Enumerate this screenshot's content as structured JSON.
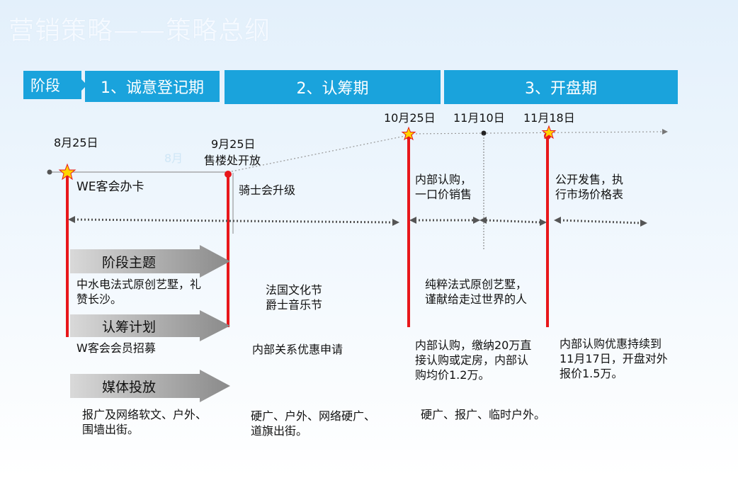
{
  "title": "营销策略——策略总纲",
  "stages": {
    "label": "阶段",
    "s1": "1、诚意登记期",
    "s2": "2、认筹期",
    "s3": "3、开盘期"
  },
  "dates": {
    "d1": "8月25日",
    "d2": "9月25日",
    "d2_sub": "售楼处开放",
    "d2_faint": "8月",
    "d3": "10月25日",
    "d4": "11月10日",
    "d5": "11月18日"
  },
  "events": {
    "e1": "WE客会办卡",
    "e2": "骑士会升级",
    "e3_line1": "内部认购，",
    "e3_line2": "一口价销售",
    "e4_line1": "公开发售，执",
    "e4_line2": "行市场价格表"
  },
  "rows": {
    "theme": {
      "label": "阶段主题",
      "c1_line1": "中水电法式原创艺墅，礼",
      "c1_line2": "赞长沙。",
      "c2_line1": "法国文化节",
      "c2_line2": "爵士音乐节",
      "c3_line1": "纯粹法式原创艺墅，",
      "c3_line2": "谨献给走过世界的人"
    },
    "plan": {
      "label": "认筹计划",
      "c1": "W客会会员招募",
      "c2": "内部关系优惠申请",
      "c3_line1": "内部认购，缴纳20万直",
      "c3_line2": "接认购或定房，内部认",
      "c3_line3": "购均价1.2万。",
      "c4_line1": "内部认购优惠持续到",
      "c4_line2": "11月17日，开盘对外",
      "c4_line3": "报价1.5万。"
    },
    "media": {
      "label": "媒体投放",
      "c1_line1": "报广及网络软文、户外、",
      "c1_line2": "围墙出街。",
      "c2_line1": "硬广、户外、网络硬广、",
      "c2_line2": "道旗出街。",
      "c3": "硬广、报广、临时户外。"
    }
  },
  "colors": {
    "stage_blue": "#1aa3dc",
    "milestone_red": "#e8171b",
    "star_yellow": "#ffd400",
    "arrow_gray": "#888888"
  }
}
